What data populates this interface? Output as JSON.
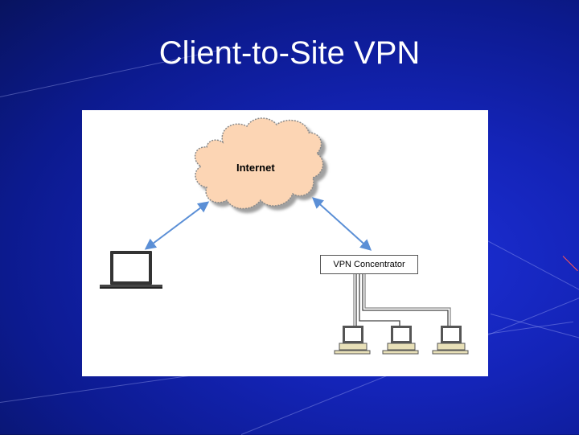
{
  "slide": {
    "title": "Client-to-Site VPN"
  },
  "diagram": {
    "cloud_label": "Internet",
    "concentrator_label": "VPN Concentrator",
    "colors": {
      "background": "#1424b8",
      "cloud_fill": "#fcd5b4",
      "connection_arrow": "#5b8fd6",
      "wire": "#444444"
    },
    "icons": [
      "cloud-icon",
      "laptop-icon",
      "desktop-pc-icon"
    ]
  }
}
